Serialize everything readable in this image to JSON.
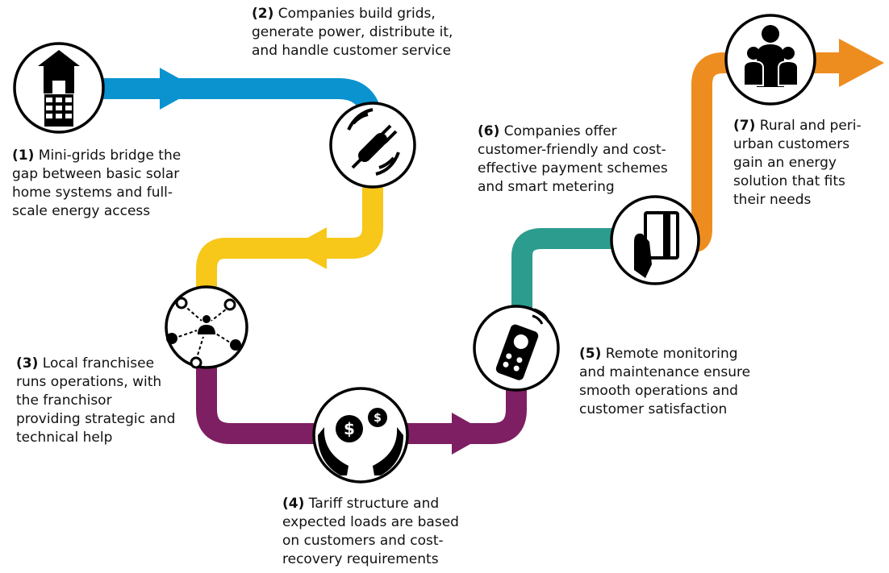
{
  "colors": {
    "step1_blue": "#0a93cf",
    "step2_yellow": "#f7c719",
    "step3_purple": "#7d1f62",
    "step5_teal": "#2c9c8e",
    "step6_orange": "#ee8d1f"
  },
  "steps": [
    {
      "num": "(1)",
      "text": "Mini-grids bridge the gap between basic solar home systems and full-scale energy access",
      "icon": "house-battery-icon"
    },
    {
      "num": "(2)",
      "text": "Companies build grids, generate power, distribute it, and handle customer service",
      "icon": "power-plug-icon"
    },
    {
      "num": "(3)",
      "text": "Local franchisee runs operations, with the franchisor providing strategic and technical help",
      "icon": "network-person-icon"
    },
    {
      "num": "(4)",
      "text": "Tariff structure and expected loads are based on customers and cost-recovery requirements",
      "icon": "money-hands-icon"
    },
    {
      "num": "(5)",
      "text": "Remote monitoring and maintenance ensure smooth operations and customer satisfaction",
      "icon": "remote-control-icon"
    },
    {
      "num": "(6)",
      "text": "Companies offer customer-friendly and cost-effective payment schemes and smart metering",
      "icon": "payment-card-icon"
    },
    {
      "num": "(7)",
      "text": "Rural and peri-urban customers gain an energy solution that fits their needs",
      "icon": "family-icon"
    }
  ]
}
